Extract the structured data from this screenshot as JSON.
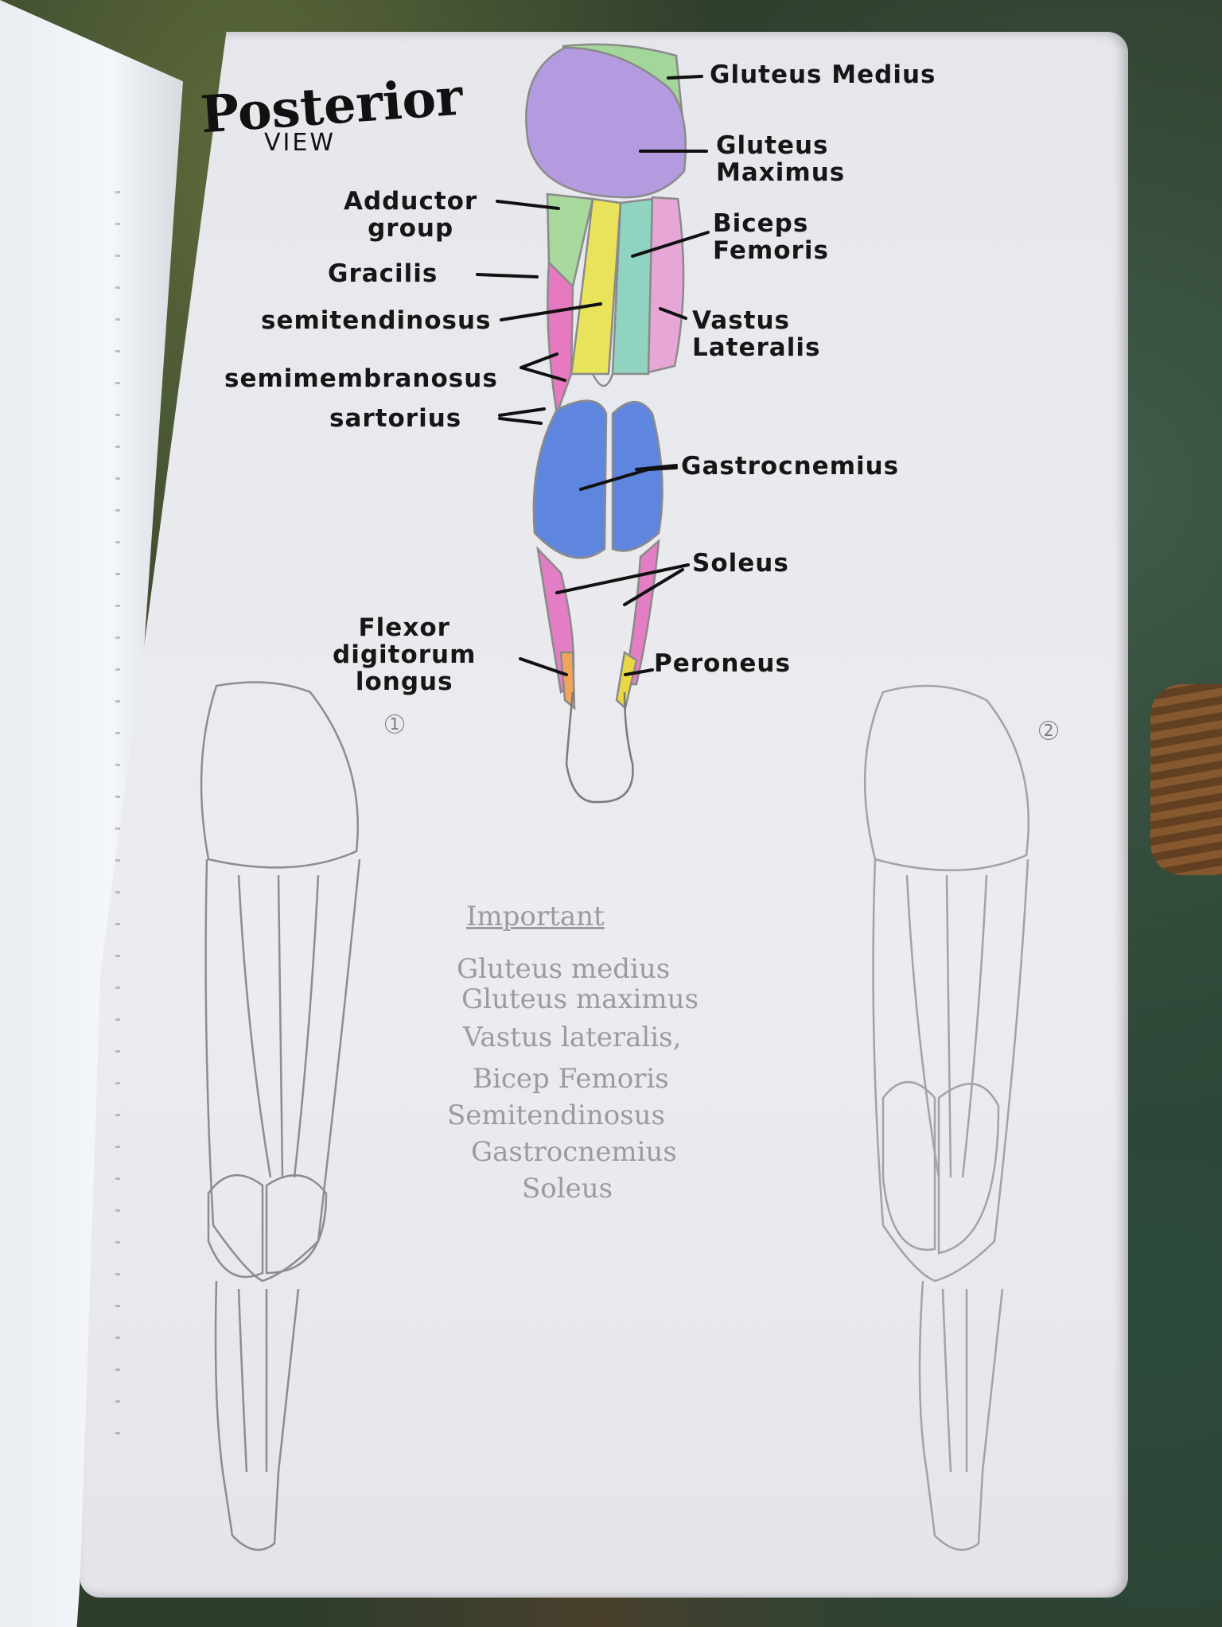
{
  "title": "Posterior",
  "subtitle": "VIEW",
  "labels": {
    "gluteus_medius": "Gluteus Medius",
    "gluteus_maximus": "Gluteus\nMaximus",
    "adductor_group": "Adductor\ngroup",
    "biceps_femoris": "Biceps\nFemoris",
    "gracilis": "Gracilis",
    "semitendinosus": "semitendinosus",
    "vastus_lateralis": "Vastus\nLateralis",
    "semimembranosus": "semimembranosus",
    "sartorius": "sartorius",
    "gastrocnemius": "Gastrocnemius",
    "soleus": "Soleus",
    "flexor_digitorum_longus": "Flexor\ndigitorum\nlongus",
    "peroneus": "Peroneus"
  },
  "figure_numbers": {
    "left": "1",
    "right": "2"
  },
  "important": {
    "heading": "Important",
    "items": [
      "Gluteus medius",
      "Gluteus maximus",
      "Vastus lateralis,",
      "Bicep Femoris",
      "Semitendinosus",
      "Gastrocnemius",
      "Soleus"
    ]
  },
  "colors": {
    "gluteus_medius": "#a3d69a",
    "gluteus_maximus": "#b49be0",
    "adductor_group": "#a8d99c",
    "semitendinosus": "#e8e35a",
    "biceps_femoris": "#8fd3c0",
    "vastus_lateralis": "#e6a6d6",
    "semimembranosus": "#e679c0",
    "gastrocnemius": "#5f86de",
    "soleus": "#e47ec4",
    "peroneus": "#e9d745",
    "flexor_digitorum_longus": "#f0a55a"
  }
}
